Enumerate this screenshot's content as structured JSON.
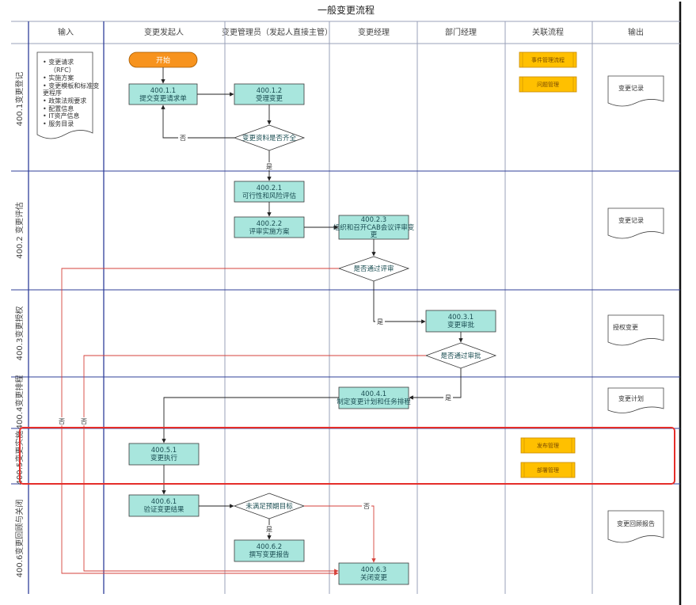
{
  "title": "一般变更流程",
  "columns": [
    "输入",
    "变更发起人",
    "变更管理员（发起人直接主管）",
    "变更经理",
    "部门经理",
    "关联流程",
    "输出"
  ],
  "lanes": [
    "400.1变更登记",
    "400.2 变更评估",
    "400.3变更授权",
    "400.4变更排程",
    "400.5变更实施",
    "400.6变更回顾与关闭"
  ],
  "input_doc_items": [
    "• 变更请求",
    "（RFC）",
    "• 实施方案",
    "• 变更模板和标准变",
    "  更程序",
    "• 政策法规要求",
    "• 配置信息",
    "• IT资产信息",
    "• 服务目录"
  ],
  "start_label": "开始",
  "boxes": {
    "b4001_1": [
      "400.1.1",
      "提交变更请求单"
    ],
    "b4001_2": [
      "400.1.2",
      "受理变更"
    ],
    "b4002_1": [
      "400.2.1",
      "可行性和风险评估"
    ],
    "b4002_2": [
      "400.2.2",
      "评审实施方案"
    ],
    "b4002_3": [
      "400.2.3",
      "组织和召开CAB会议评审变",
      "更"
    ],
    "b4003_1": [
      "400.3.1",
      "变更审批"
    ],
    "b4004_1": [
      "400.4.1",
      "制定变更计划和任务排程"
    ],
    "b4005_1": [
      "400.5.1",
      "变更执行"
    ],
    "b4006_1": [
      "400.6.1",
      "验证变更结果"
    ],
    "b4006_2": [
      "400.6.2",
      "撰写变更报告"
    ],
    "b4006_3": [
      "400.6.3",
      "关闭变更"
    ]
  },
  "decisions": {
    "d1": "变更资料是否齐全",
    "d2": "是否通过评审",
    "d3": "是否通过审批",
    "d4": "未满足预期目标"
  },
  "edge_labels": {
    "yes": "是",
    "no": "否"
  },
  "related": [
    "事件管理流程",
    "问题管理",
    "发布管理",
    "部署管理"
  ],
  "outputs": [
    "变更记录",
    "变更记录",
    "授权变更",
    "变更计划",
    "变更回顾报告"
  ],
  "colors": {
    "box_fill": "#a8e6dd",
    "box_stroke": "#3a3a3a",
    "start_fill": "#f7931e",
    "yellow_fill": "#ffc000",
    "yellow_stroke": "#c98a00",
    "red_line": "#d6423b",
    "highlight": "#e52e2a",
    "lane_line": "#2f3f9a",
    "grid_line": "#9aa0b8"
  }
}
